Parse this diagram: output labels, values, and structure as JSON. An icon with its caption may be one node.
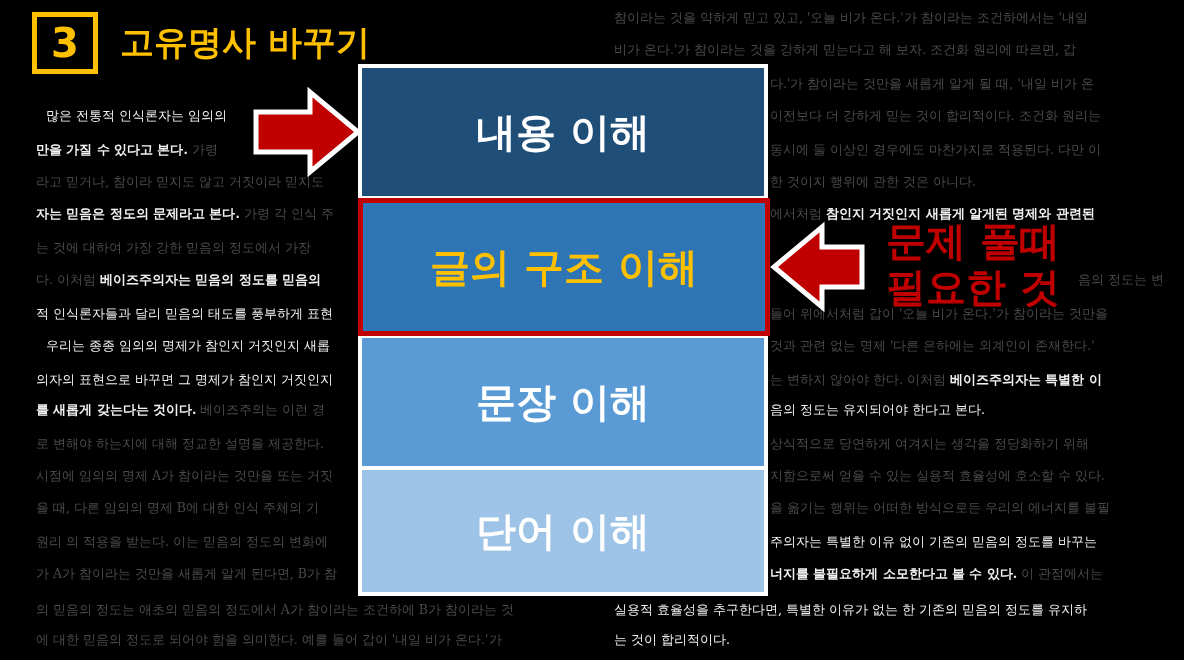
{
  "diagram": {
    "title": "고유명사 바꾸기",
    "nodes": [
      {
        "text": [
          "3"
        ]
      },
      {
        "text": [
          "내용 이해"
        ]
      },
      {
        "text": [
          "글의 구조 이해"
        ]
      },
      {
        "text": [
          "문장 이해"
        ]
      },
      {
        "text": [
          "단어 이해"
        ]
      },
      {
        "text": [
          "문제 풀때 필요한 것"
        ]
      }
    ],
    "edges": [
      {
        "from": null,
        "to": 1,
        "arrow": "to",
        "style": "thick"
      },
      {
        "from": 5,
        "to": 2,
        "arrow": "to",
        "style": "thick"
      }
    ],
    "labels": [
      "많은 전통적 인식론자는 임의의",
      "**만을 가질 수 있다고 본다.** 가령",
      "라고 믿거나, 참이라 믿지도 않고 거짓이라 믿지도",
      "**자는 믿음은 정도의 문제라고 본다.** 가령 각 인식 주",
      "는 것에 대하여 가장 강한 믿음의 정도에서 가장",
      "다. 이처럼 **베이즈주의자는 믿음의 정도를 믿음의**",
      "적 인식론자들과 달리 믿음의 태도를 풍부하게 표현",
      "우리는 종종 임의의 명제가 참인지 거짓인지 새롭",
      "의자의 표현으로 바꾸면 그 명제가 참인지 거짓인지",
      "**를 새롭게 갖는다는 것이다.** 베이즈주의는 이런 경",
      "로 변해야 하는지에 대해 정교한 설명을 제공한다.",
      "시점에 임의의 명제 A가 참이라는 것만을 또는 거짓",
      "을 때, 다른 임의의 명제 B에 대한 인식 주체의 기",
      "원리 의 적용을 받는다. 이는 믿음의 정도의 변화에",
      "가 A가 참이라는 것만을 새롭게 알게 된다면, B가 참",
      "의 믿음의 정도는 애초의 믿음의 정도에서 A가 참이라는 조건하에 B가 참이라는 것",
      "에 대한 믿음의 정도로 되어야 함을 의미한다. 예를 들어 갑이 '내일 비가 온다.'가",
      "참이라는 것을 약하게 믿고 있고, '오늘 비가 온다.'가 참이라는 조건하에서는 '내일",
      "비가 온다.'가 참이라는 것을 강하게 믿는다고 해 보자. 조건화 원리에 따르면, 갑",
      "다.'가 참이라는 것만을 새롭게 알게 될 때, '내일 비가 온",
      "이전보다 더 강하게 믿는 것이 합리적이다. 조건화 원리는",
      "동시에 둘 이상인 경우에도 마찬가지로 적용된다. 다만 이",
      "한 것이지 행위에 관한 것은 아니다.",
      "에서처럼 **참인지 거짓인지 새롭게 알게된 명제와 관련된**",
      "음의 정도는 변",
      "들어 위에서처럼 갑이 '오늘 비가 온다.'가 참이라는 것만을",
      "것과 관련 없는 명제 '다른 은하에는 외계인이 존재한다.'",
      "는 변하지 않아야 한다. 이처럼 **베이즈주의자는 특별한 이**",
      "음의 정도는 유지되어야 한다고 본다.",
      "상식적으로 당연하게 여겨지는 생각을 정당화하기 위해",
      "지함으로써 얻을 수 있는 실용적 효율성에 호소할 수 있다.",
      "을 옮기는 행위는 어떠한 방식으로든 우리의 에너지를 불필",
      "주의자는 특별한 이유 없이 기존의 믿음의 정도를 바꾸는",
      "**너지를 불필요하게 소모한다고 볼 수 있다.** 이 관점에서는",
      "실용적 효율성을 추구한다면, 특별한 이유가 없는 한 기존의 믿음의 정도를 유지하",
      "는 것이 합리적이다."
    ]
  }
}
